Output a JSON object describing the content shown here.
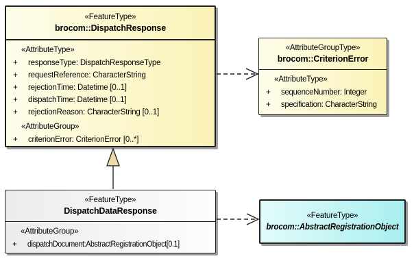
{
  "diagram": {
    "type": "uml-class-diagram",
    "colors": {
      "class_fill_yellow_left": "#FEFDEA",
      "class_fill_yellow_right": "#FAF2B6",
      "class_fill_gray_left": "#ECECEC",
      "class_fill_gray_right": "#FDFDFD",
      "class_fill_cyan_left": "#E3FBFB",
      "class_fill_cyan_right": "#A9EFEF",
      "border": "#1F1F1F",
      "shadow": "#7D7D7D",
      "generalization_triangle_fill": "#EFD9A7",
      "background": "#FFFFFF"
    },
    "classes": {
      "dispatchResponse": {
        "stereotype": "«FeatureType»",
        "name": "brocom::DispatchResponse",
        "sections": [
          {
            "heading": "«AttributeType»",
            "attributes": [
              {
                "vis": "+",
                "text": "responseType: DispatchResponseType"
              },
              {
                "vis": "+",
                "text": "requestReference: CharacterString"
              },
              {
                "vis": "+",
                "text": "rejectionTime: Datetime [0..1]"
              },
              {
                "vis": "+",
                "text": "dispatchTime: Datetime [0..1]"
              },
              {
                "vis": "+",
                "text": "rejectionReason: CharacterString [0..1]"
              }
            ]
          },
          {
            "heading": "«AttributeGroup»",
            "attributes": [
              {
                "vis": "+",
                "text": "criterionError: CriterionError [0..*]"
              }
            ]
          }
        ]
      },
      "criterionError": {
        "stereotype": "«AttributeGroupType»",
        "name": "brocom::CriterionError",
        "sections": [
          {
            "heading": "«AttributeType»",
            "attributes": [
              {
                "vis": "+",
                "text": "sequenceNumber: Integer"
              },
              {
                "vis": "+",
                "text": "specification: CharacterString"
              }
            ]
          }
        ]
      },
      "dispatchDataResponse": {
        "stereotype": "«FeatureType»",
        "name": "DispatchDataResponse",
        "sections": [
          {
            "heading": "«AttributeGroup»",
            "attributes": [
              {
                "vis": "+",
                "text": "dispatchDocument:AbstractRegistrationObject[0.1]"
              }
            ]
          }
        ]
      },
      "abstractRegistrationObject": {
        "stereotype": "«FeatureType»",
        "name": "brocom::AbstractRegistrationObject"
      }
    },
    "relationships": [
      {
        "type": "dependency",
        "from": "brocom::DispatchResponse",
        "to": "brocom::CriterionError",
        "line": "dashed",
        "arrowhead": "open"
      },
      {
        "type": "generalization",
        "from": "DispatchDataResponse",
        "to": "brocom::DispatchResponse",
        "line": "solid",
        "arrowhead": "hollow-triangle"
      },
      {
        "type": "dependency",
        "from": "DispatchDataResponse",
        "to": "brocom::AbstractRegistrationObject",
        "line": "dashed",
        "arrowhead": "open"
      }
    ]
  }
}
